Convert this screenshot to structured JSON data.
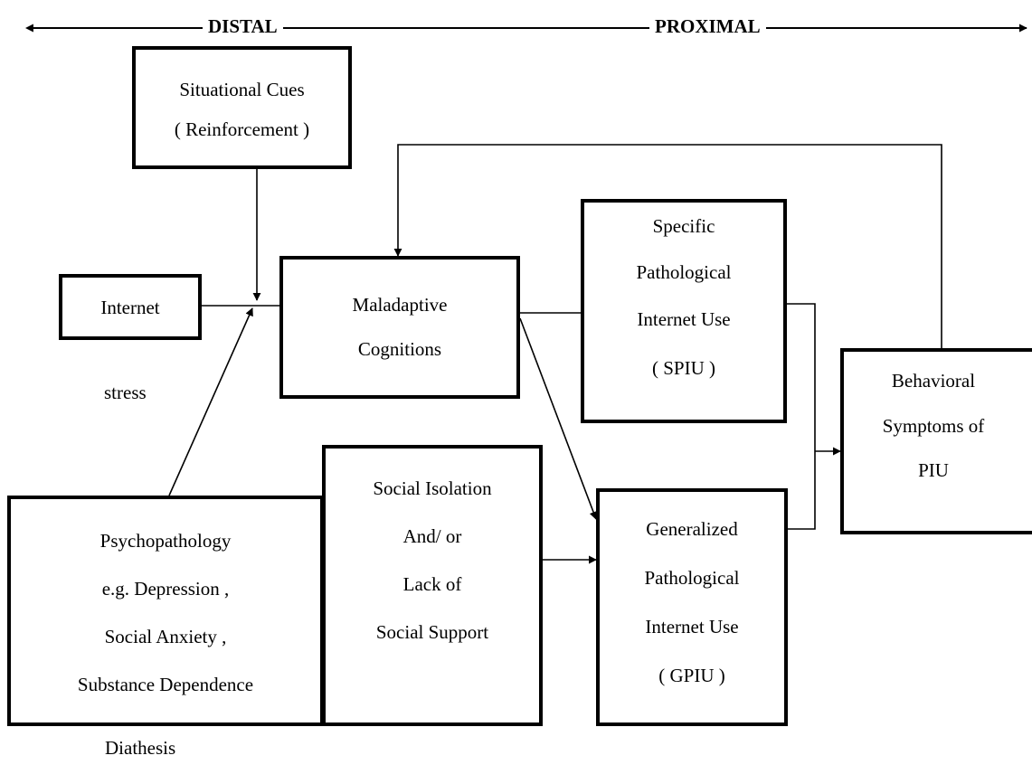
{
  "header": {
    "distal": "DISTAL",
    "proximal": "PROXIMAL"
  },
  "boxes": {
    "situational": [
      "Situational Cues",
      "( Reinforcement )"
    ],
    "internet": [
      "Internet"
    ],
    "maladaptive": [
      "Maladaptive",
      "Cognitions"
    ],
    "spiu": [
      "Specific",
      "Pathological",
      "Internet Use",
      "( SPIU )"
    ],
    "behavioral": [
      "Behavioral",
      "Symptoms of",
      "PIU"
    ],
    "psychopathology": [
      "Psychopathology",
      "e.g. Depression ,",
      "Social Anxiety ,",
      "Substance Dependence"
    ],
    "social": [
      "Social Isolation",
      "And/ or",
      "Lack of",
      "Social Support"
    ],
    "gpiu": [
      "Generalized",
      "Pathological",
      "Internet Use",
      "( GPIU )"
    ]
  },
  "labels": {
    "stress": "stress",
    "diathesis": "Diathesis"
  }
}
